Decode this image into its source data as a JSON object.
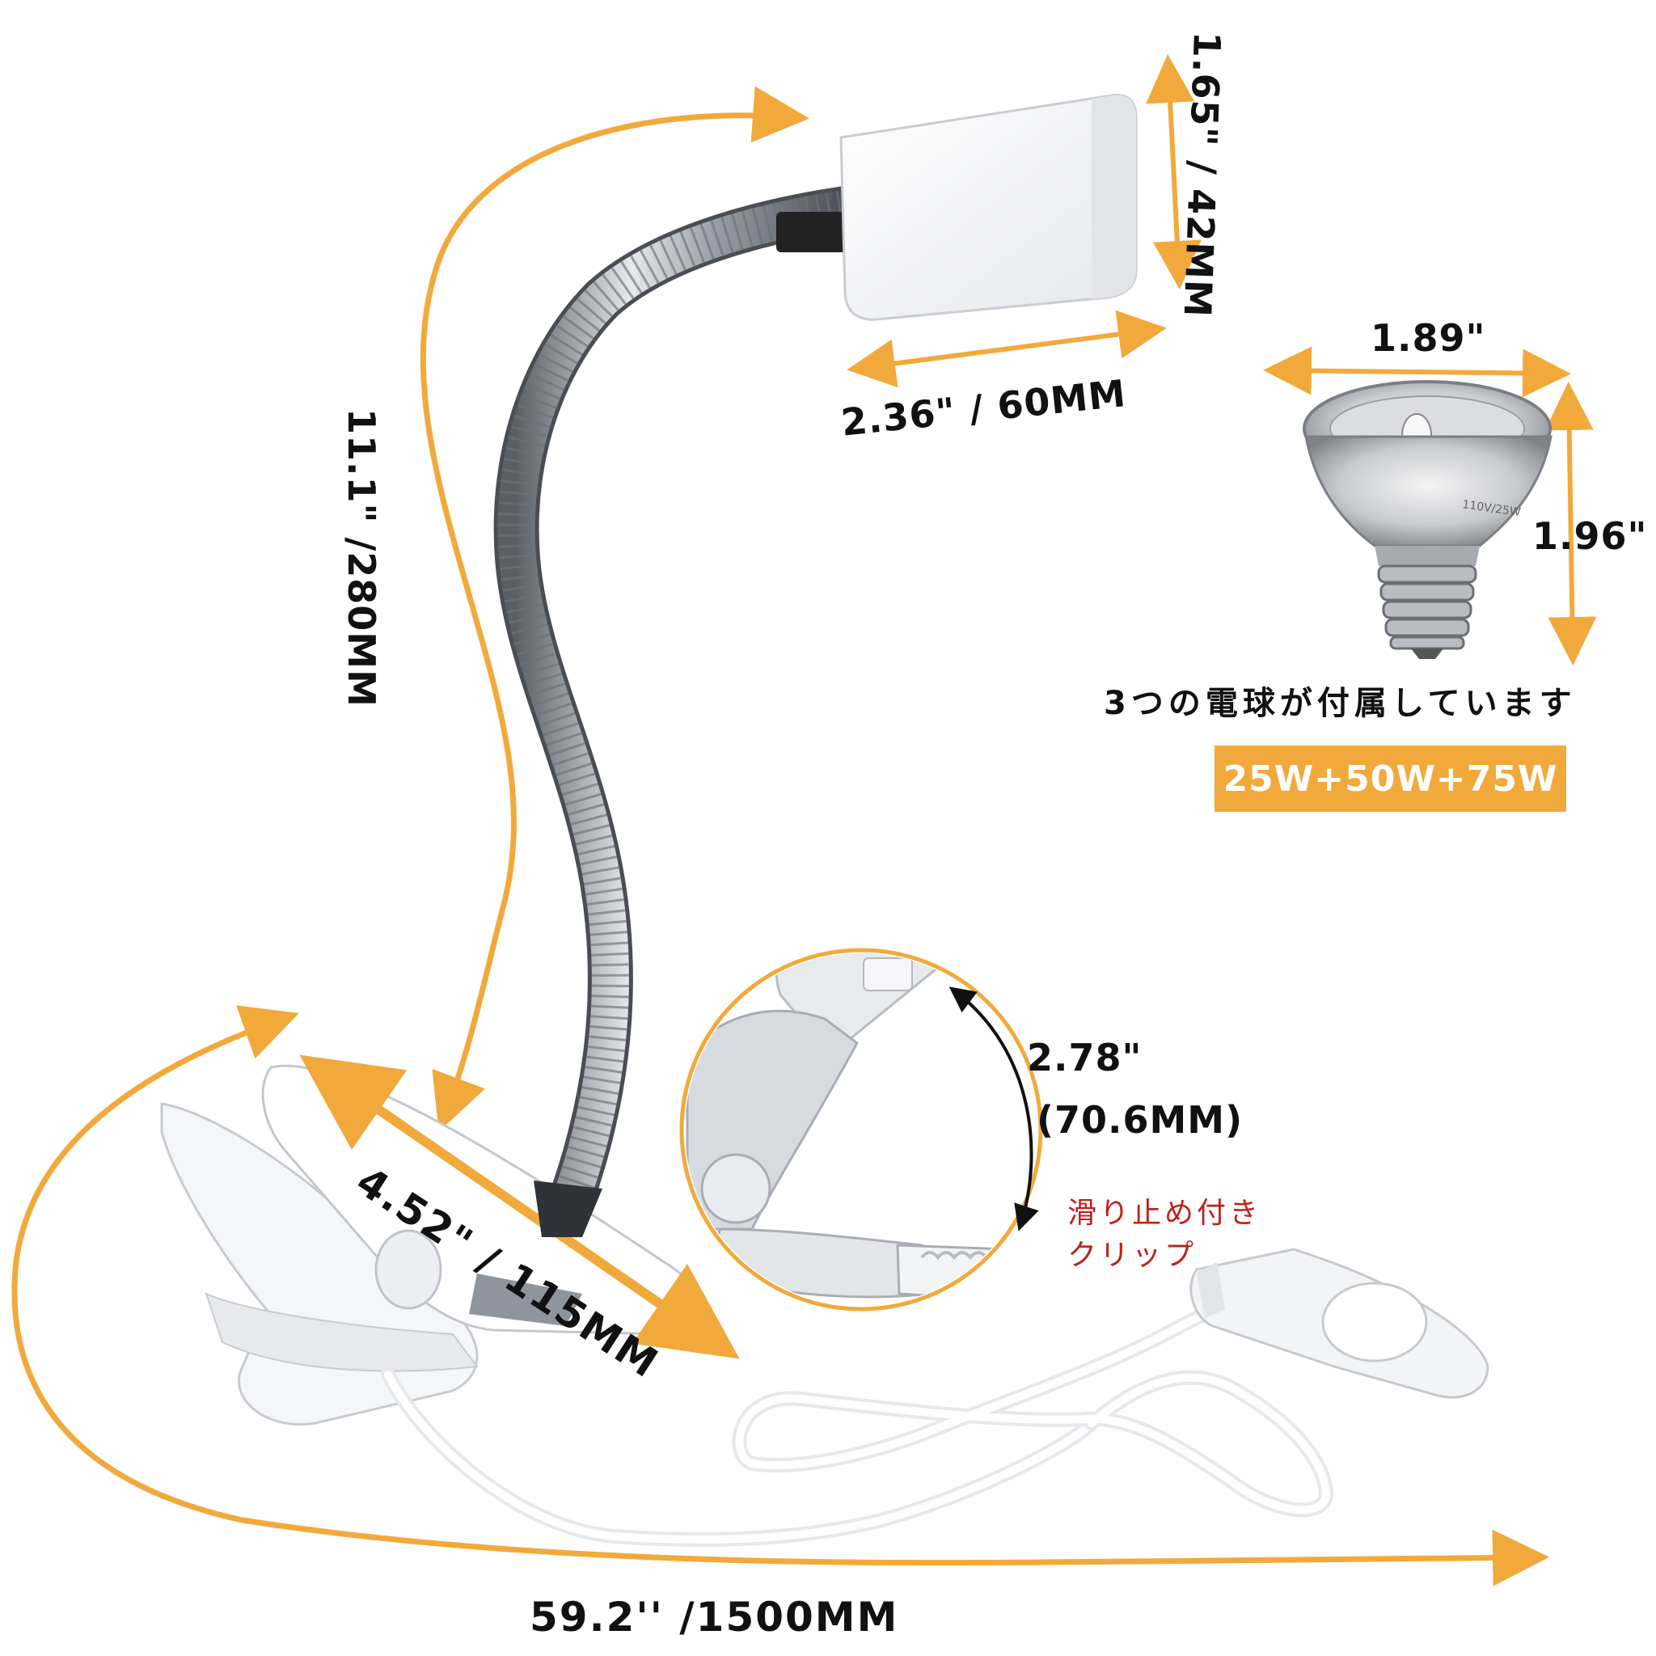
{
  "labels": {
    "socket_height": "1.65\" / 42MM",
    "socket_width": "2.36\" / 60MM",
    "arm_length": "11.1\" /280MM",
    "bulb_width": "1.89\"",
    "bulb_height": "1.96\"",
    "bulbs_included": "3つの電球が付属しています",
    "wattage": "25W+50W+75W",
    "clip_opening": "2.78\"",
    "clip_opening_mm": "(70.6MM)",
    "antislip_line1": "滑り止め付き",
    "antislip_line2": "クリップ",
    "clip_length": "4.52\" / 115MM",
    "cable_length": "59.2'' /1500MM",
    "bulb_marking": "110V/25W"
  },
  "colors": {
    "arrow": "#f2a93b",
    "badge_background": "#f2a93b",
    "badge_text": "#ffffff",
    "text": "#111111",
    "antislip_text": "#c0201a",
    "product_white": "#f4f5f7",
    "metal": "#9aa0a8"
  },
  "icons": [
    "gooseneck-lamp-icon",
    "spot-bulb-icon",
    "clip-detail-icon",
    "dimmer-switch-icon"
  ]
}
